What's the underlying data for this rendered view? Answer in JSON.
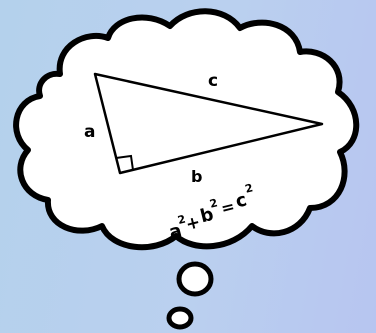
{
  "colors": {
    "background_left": "#b4d1ec",
    "background_right": "#b7c5f0",
    "cloud_fill": "#ffffff",
    "outline": "#000000"
  },
  "triangle": {
    "side_a_label": "a",
    "side_b_label": "b",
    "side_c_label": "c",
    "right_angle_marker": true
  },
  "formula": {
    "a": "a",
    "exp_a": "2",
    "plus": "+",
    "b": "b",
    "exp_b": "2",
    "equals": "=",
    "c": "c",
    "exp_c": "2"
  }
}
